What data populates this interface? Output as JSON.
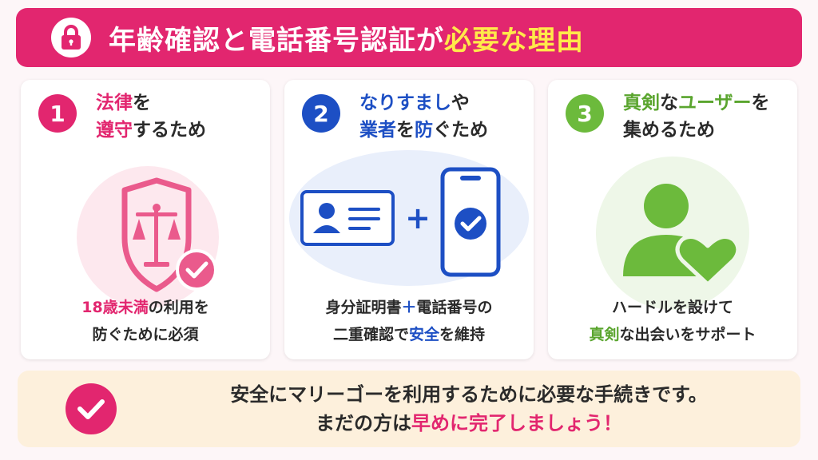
{
  "banner": {
    "title_main": "年齢確認と電話番号認証が",
    "title_highlight": "必要な理由",
    "icon": "lock-icon"
  },
  "colors": {
    "pink": "#e2266f",
    "blue": "#1d4fc4",
    "green": "#6cba3c",
    "yellow": "#ffe94a"
  },
  "cards": [
    {
      "number": "1",
      "heading_a": "法律",
      "heading_b": "を",
      "heading_c": "遵守",
      "heading_d": "するため",
      "icon": "shield-scales-check-icon",
      "caption_a": "18歳未満",
      "caption_b": "の利用を",
      "caption_c": "防ぐために必須"
    },
    {
      "number": "2",
      "heading_a": "なりすまし",
      "heading_b": "や",
      "heading_c": "業者",
      "heading_d": "を",
      "heading_e": "防",
      "heading_f": "ぐため",
      "icon": "id-card-plus-phone-icon",
      "plus": "+",
      "caption_a": "身分証明書",
      "caption_b": "＋",
      "caption_c": "電話番号の",
      "caption_d": "二重確認で",
      "caption_e": "安全",
      "caption_f": "を維持"
    },
    {
      "number": "3",
      "heading_a": "真剣",
      "heading_b": "な",
      "heading_c": "ユーザー",
      "heading_d": "を",
      "heading_e": "集めるため",
      "icon": "user-heart-icon",
      "caption_a": "ハードルを設けて",
      "caption_b": "真剣",
      "caption_c": "な出会いをサポート"
    }
  ],
  "footer": {
    "icon": "check-circle-icon",
    "line1": "安全にマリーゴーを利用するために必要な手続きです。",
    "line2_a": "まだの方は",
    "line2_b": "早めに完了しましょう！"
  }
}
